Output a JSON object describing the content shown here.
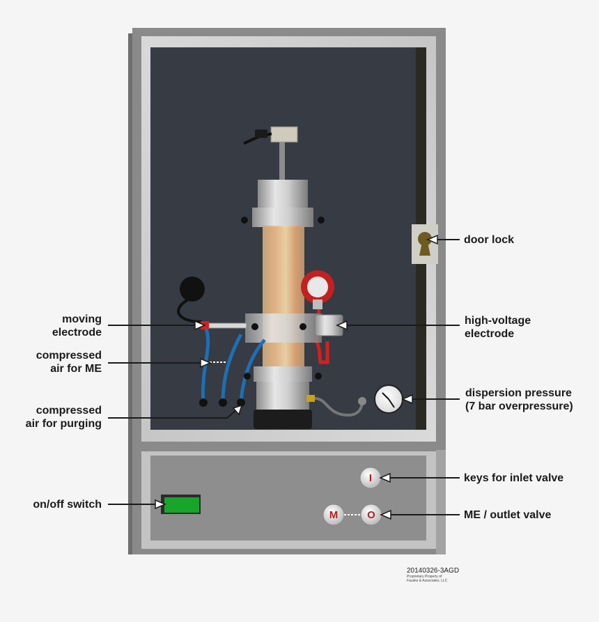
{
  "labels": {
    "door_lock": "door lock",
    "moving_electrode": [
      "moving",
      "electrode"
    ],
    "compressed_air_me": [
      "compressed",
      "air for ME"
    ],
    "compressed_air_purging": [
      "compressed",
      "air for purging"
    ],
    "high_voltage_electrode": [
      "high-voltage",
      "electrode"
    ],
    "dispersion_pressure": [
      "dispersion pressure",
      "(7 bar overpressure)"
    ],
    "keys_inlet_valve": "keys for inlet valve",
    "on_off_switch": "on/off switch",
    "me_outlet_valve": "ME / outlet valve"
  },
  "keys": {
    "inlet": "I",
    "me": "M",
    "outlet": "O"
  },
  "footer": {
    "drawing_code": "20140326-3AGD",
    "credit": [
      "Proprietary Property of",
      "Fauske & Associates, LLC"
    ]
  },
  "colors": {
    "cabinet_frame": "#8a8a8a",
    "chamber_interior": "#363b44",
    "switch_green": "#17a52a",
    "key_red": "#b31d1d",
    "hose_blue": "#1e6fb3",
    "hose_red": "#d42020"
  }
}
